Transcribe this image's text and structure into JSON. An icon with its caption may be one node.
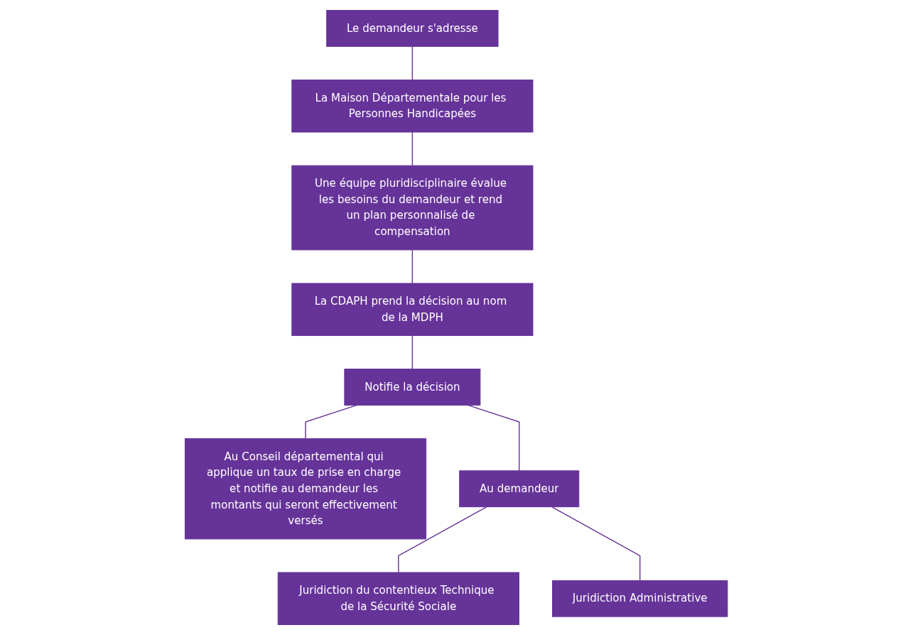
{
  "diagram": {
    "nodes": [
      {
        "text": [
          "Le demandeur s'adresse"
        ]
      },
      {
        "text": [
          "La Maison Départementale pour les Personnes Handicapées"
        ]
      },
      {
        "text": [
          "Une équipe pluridisciplinaire évalue les besoins du demandeur et rend un plan personnalisé de compensation"
        ]
      },
      {
        "text": [
          "La CDAPH prend la décision au nom de la MDPH"
        ]
      },
      {
        "text": [
          "Notifie la décision"
        ]
      },
      {
        "text": [
          "Au Conseil départemental qui applique un taux de prise en charge et notifie au demandeur les montants qui seront effectivement versés"
        ]
      },
      {
        "text": [
          "Au demandeur"
        ]
      },
      {
        "text": [
          "Juridiction du contentieux Technique de la Sécurité Sociale"
        ]
      },
      {
        "text": [
          "Juridiction Administrative"
        ]
      }
    ],
    "edges": [
      {
        "from": 0,
        "to": 1,
        "arrow": "none"
      },
      {
        "from": 1,
        "to": 2,
        "arrow": "none"
      },
      {
        "from": 2,
        "to": 3,
        "arrow": "none"
      },
      {
        "from": 3,
        "to": 4,
        "arrow": "none"
      },
      {
        "from": 4,
        "to": 5,
        "arrow": "none"
      },
      {
        "from": 4,
        "to": 6,
        "arrow": "none"
      },
      {
        "from": 6,
        "to": 7,
        "arrow": "none"
      },
      {
        "from": 6,
        "to": 8,
        "arrow": "none"
      }
    ]
  }
}
